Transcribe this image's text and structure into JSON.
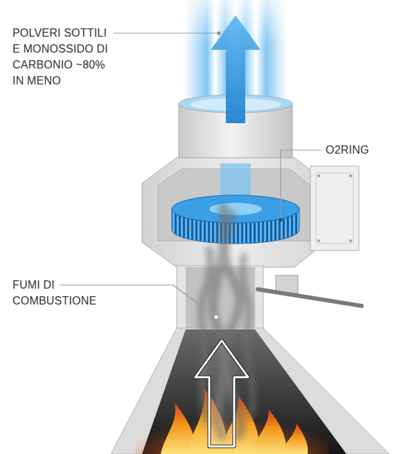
{
  "diagram": {
    "labels": [
      "POLVERI SOTTILI E MONOSSIDO DI CARBONIO ~80% IN MENO",
      "O2RING",
      "FUMI DI COMBUSTIONE"
    ]
  }
}
